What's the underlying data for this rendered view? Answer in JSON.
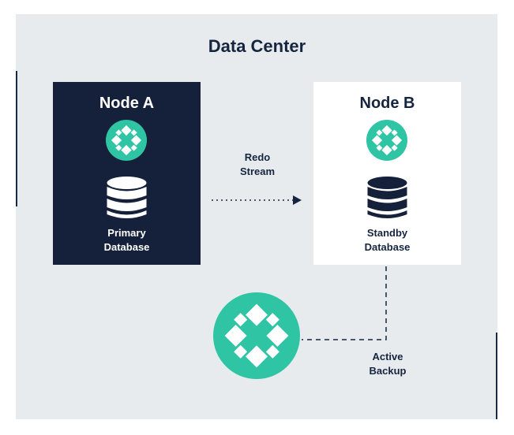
{
  "title": "Data Center",
  "nodes": [
    {
      "title": "Node A",
      "label": "Primary\nDatabase",
      "icon": "product-logo-icon",
      "db_icon": "database-icon"
    },
    {
      "title": "Node B",
      "label": "Standby\nDatabase",
      "icon": "product-logo-icon",
      "db_icon": "database-icon"
    }
  ],
  "connections": {
    "redo": {
      "label": "Redo\nStream",
      "style": "dotted-arrow"
    },
    "backup": {
      "label": "Active\nBackup",
      "style": "dashed-line"
    }
  },
  "backup_icon": "product-logo-icon",
  "colors": {
    "navy": "#15213a",
    "teal": "#2ec4a4",
    "background": "#e8ebee",
    "text": "#15253f"
  }
}
